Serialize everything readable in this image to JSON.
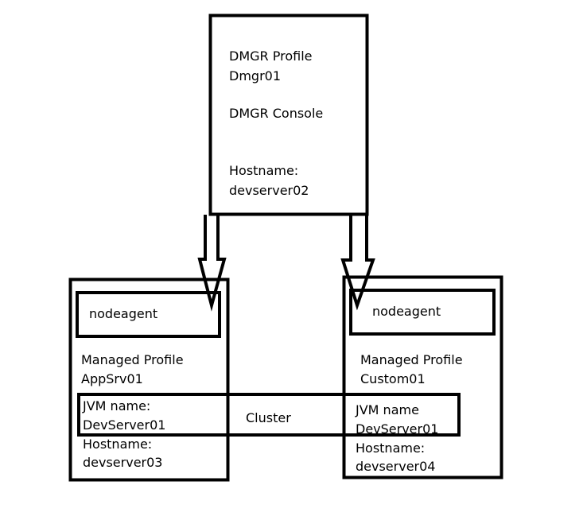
{
  "dmgr": {
    "profile_label": "DMGR Profile",
    "profile_name": "Dmgr01",
    "console": "DMGR Console",
    "hostname_label": "Hostname:",
    "hostname": "devserver02"
  },
  "left_node": {
    "agent": "nodeagent",
    "profile_label": "Managed Profile",
    "profile_name": "AppSrv01",
    "jvm_label": "JVM name:",
    "jvm_name": "DevServer01",
    "hostname_label": "Hostname:",
    "hostname": "devserver03"
  },
  "right_node": {
    "agent": "nodeagent",
    "profile_label": "Managed Profile",
    "profile_name": "Custom01",
    "jvm_label": "JVM name",
    "jvm_name": "DevServer01",
    "hostname_label": "Hostname:",
    "hostname": "devserver04"
  },
  "cluster": {
    "label": "Cluster"
  },
  "colors": {
    "stroke": "#000000",
    "background": "#ffffff"
  }
}
